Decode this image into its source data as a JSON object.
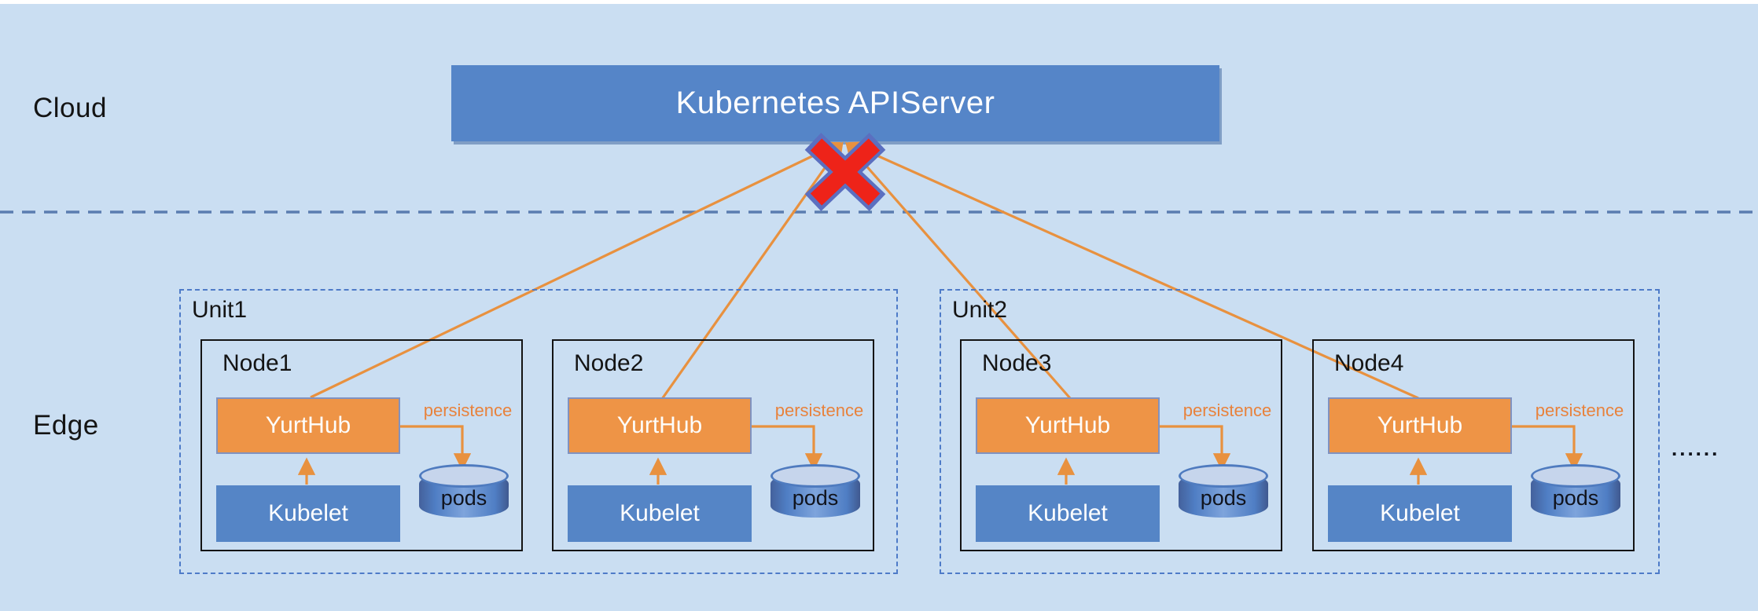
{
  "regions": {
    "cloud_label": "Cloud",
    "edge_label": "Edge"
  },
  "apiserver": {
    "label": "Kubernetes APIServer"
  },
  "units": [
    {
      "label": "Unit1"
    },
    {
      "label": "Unit2"
    }
  ],
  "nodes": [
    {
      "title": "Node1",
      "yurthub": "YurtHub",
      "kubelet": "Kubelet",
      "pods": "pods",
      "persistence": "persistence"
    },
    {
      "title": "Node2",
      "yurthub": "YurtHub",
      "kubelet": "Kubelet",
      "pods": "pods",
      "persistence": "persistence"
    },
    {
      "title": "Node3",
      "yurthub": "YurtHub",
      "kubelet": "Kubelet",
      "pods": "pods",
      "persistence": "persistence"
    },
    {
      "title": "Node4",
      "yurthub": "YurtHub",
      "kubelet": "Kubelet",
      "pods": "pods",
      "persistence": "persistence"
    }
  ],
  "ellipsis": "......",
  "icons": {
    "disconnect_icon": "red-x-broken-connection"
  },
  "colors": {
    "slide_background": "#cadef2",
    "apiserver_blue": "#5585c8",
    "kubelet_blue": "#5585c6",
    "yurthub_orange": "#ee9446",
    "connector_orange": "#e8913f",
    "persistence_orange": "#e8823c",
    "unit_dashed_border": "#4e7bc8",
    "cloud_edge_divider": "#5b7db0",
    "node_border": "#141414",
    "cylinder_blue": "#4f7ec4",
    "cylinder_top": "#c6d5ec",
    "disconnect_red": "#ee2319",
    "disconnect_outline": "#5b6fc0"
  }
}
